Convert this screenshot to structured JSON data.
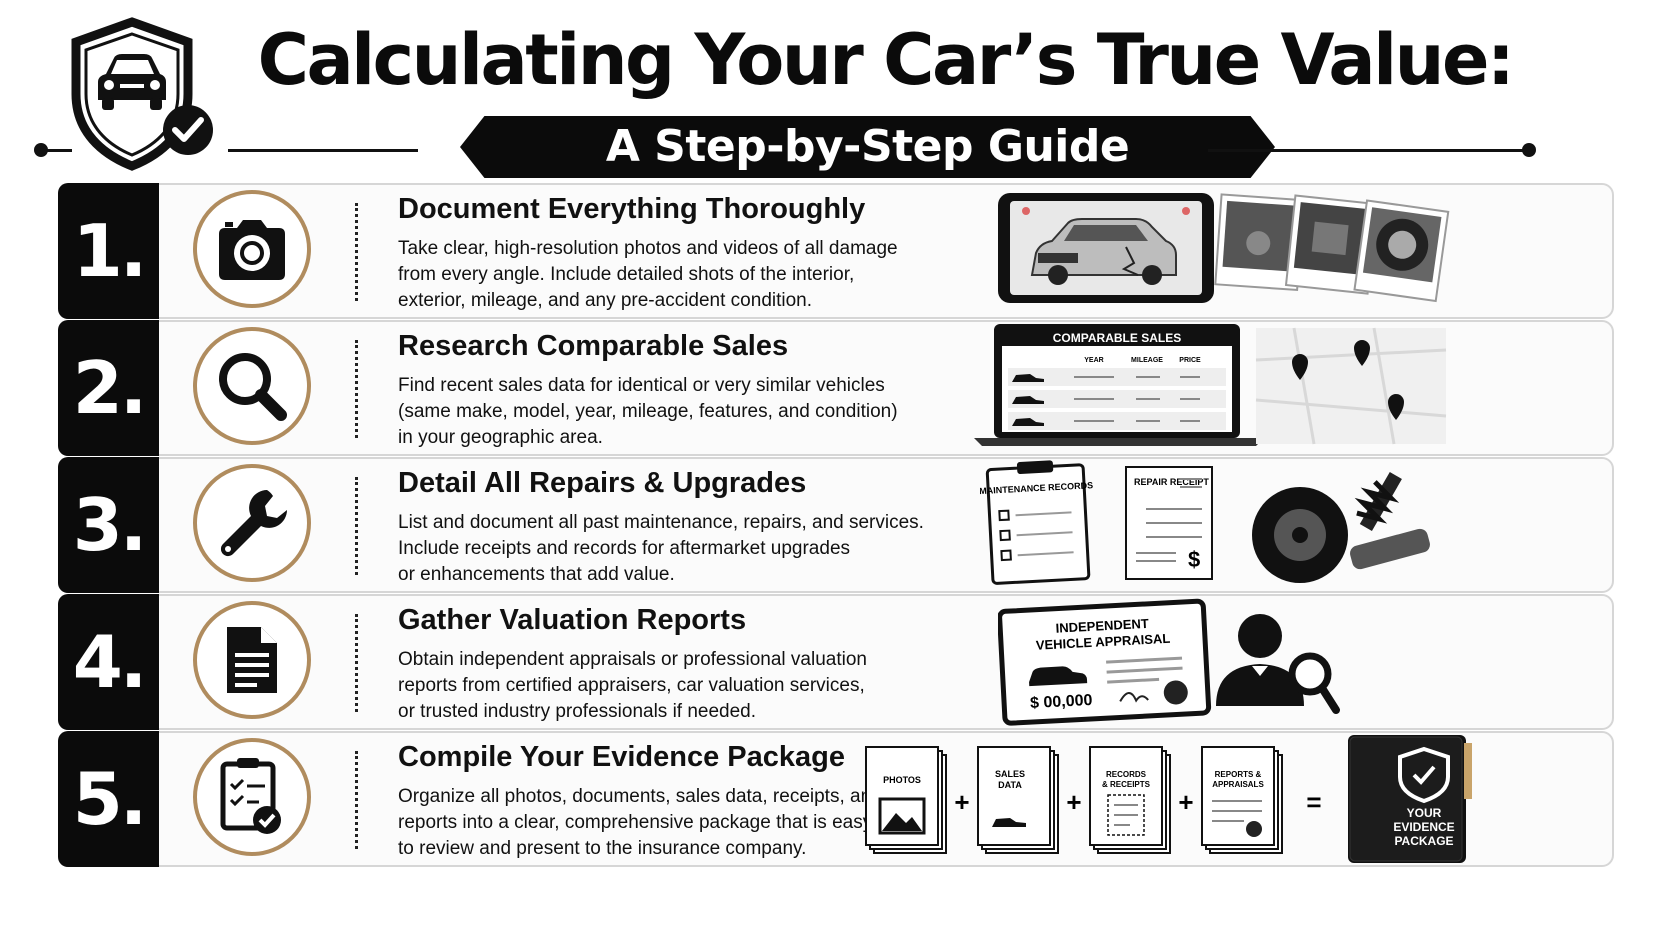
{
  "header": {
    "title": "Calculating Your Car’s True Value:",
    "subtitle": "A Step-by-Step Guide"
  },
  "steps": [
    {
      "number": "1.",
      "icon": "camera-icon",
      "heading": "Document Everything Thoroughly",
      "lines": [
        "Take clear, high-resolution photos and videos of all damage",
        "from every angle. Include detailed shots of the interior,",
        "exterior, mileage, and any pre-accident condition."
      ]
    },
    {
      "number": "2.",
      "icon": "magnifier-icon",
      "heading": "Research Comparable Sales",
      "lines": [
        "Find recent sales data for identical or very similar vehicles",
        "(same make, model, year, mileage, features, and condition)",
        "in your geographic area."
      ]
    },
    {
      "number": "3.",
      "icon": "wrench-icon",
      "heading": "Detail All Repairs & Upgrades",
      "lines": [
        "List and document all past maintenance, repairs, and services.",
        "Include receipts and records for aftermarket upgrades",
        "or enhancements that add value."
      ]
    },
    {
      "number": "4.",
      "icon": "document-icon",
      "heading": "Gather Valuation Reports",
      "lines": [
        "Obtain independent appraisals or professional valuation",
        "reports from certified appraisers, car valuation services,",
        "or trusted industry professionals if needed."
      ]
    },
    {
      "number": "5.",
      "icon": "checklist-icon",
      "heading": "Compile Your Evidence Package",
      "lines": [
        "Organize all photos, documents, sales data, receipts, and",
        "reports into a clear, comprehensive package that is easy",
        "to review and present to the insurance company."
      ]
    }
  ],
  "illustrations": {
    "comparable_sales": {
      "title": "COMPARABLE SALES",
      "columns": [
        "YEAR",
        "MILEAGE",
        "PRICE"
      ]
    },
    "maintenance_records": "MAINTENANCE RECORDS",
    "repair_receipt": "REPAIR RECEIPT",
    "receipt_symbol": "$",
    "appraisal": {
      "title_line1": "INDEPENDENT",
      "title_line2": "VEHICLE APPRAISAL",
      "amount": "$ 00,000"
    },
    "package": {
      "docs": [
        {
          "line1": "PHOTOS",
          "line2": ""
        },
        {
          "line1": "SALES",
          "line2": "DATA"
        },
        {
          "line1": "RECORDS",
          "line2": "& RECEIPTS"
        },
        {
          "line1": "REPORTS &",
          "line2": "APPRAISALS"
        }
      ],
      "plus": "+",
      "equals": "=",
      "result_line1": "YOUR",
      "result_line2": "EVIDENCE",
      "result_line3": "PACKAGE"
    }
  },
  "colors": {
    "accent_gold": "#b08c5e",
    "dark": "#0b0b0b"
  }
}
